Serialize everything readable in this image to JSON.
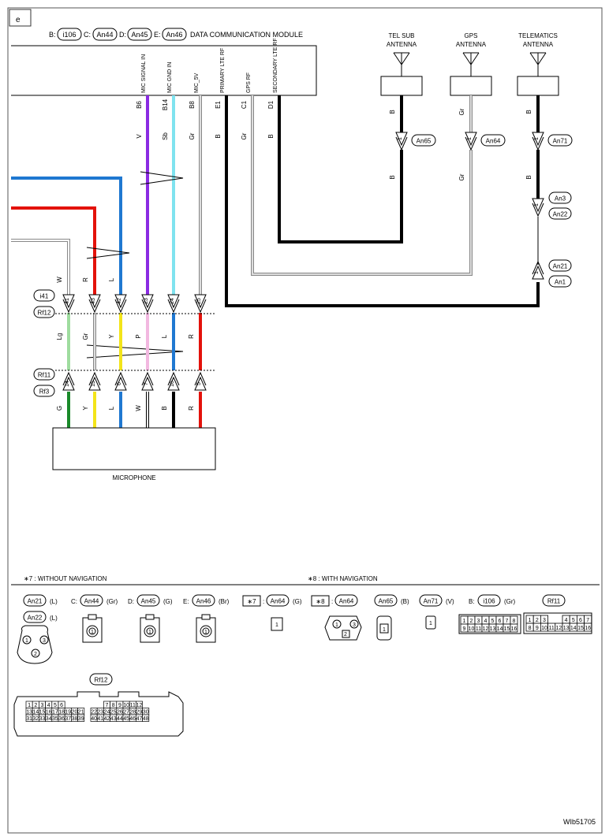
{
  "page_id": "e",
  "figure_code": "WIb51705",
  "module": {
    "title": "DATA COMMUNICATION MODULE",
    "prefix_b": "B:",
    "conn_b": "i106",
    "prefix_c": "C:",
    "conn_c": "An44",
    "prefix_d": "D:",
    "conn_d": "An45",
    "prefix_e": "E:",
    "conn_e": "An46",
    "pins": [
      {
        "label": "MIC SIGNAL IN",
        "pin": "B6",
        "color": "V"
      },
      {
        "label": "MIC GND IN",
        "pin": "B14",
        "color": "Sb"
      },
      {
        "label": "MIC_5V",
        "pin": "B8",
        "color": "Gr"
      },
      {
        "label": "PRIMARY LTE RF",
        "pin": "E1",
        "color": "B"
      },
      {
        "label": "GPS RF",
        "pin": "C1",
        "color": "Gr"
      },
      {
        "label": "SECONDARY LTE RF",
        "pin": "D1",
        "color": "B"
      }
    ]
  },
  "antennas": [
    {
      "name": "TEL SUB ANTENNA",
      "wire_top": "B",
      "conn": "An65",
      "pin": "1",
      "wire_bottom": "B"
    },
    {
      "name": "GPS ANTENNA",
      "wire_top": "Gr",
      "conn": "An64",
      "pin": "1",
      "wire_bottom": "Gr"
    },
    {
      "name": "TELEMATICS ANTENNA",
      "wire_top": "B",
      "conn": "An71",
      "pin": "1",
      "wire_bottom": "B",
      "conn2_top": "An3",
      "conn2_bottom": "An22",
      "pin2": "1",
      "conn3_top": "An21",
      "conn3_bottom": "An1",
      "pin3": "1"
    }
  ],
  "upper_wires": [
    {
      "color": "W",
      "pin": "41"
    },
    {
      "color": "R",
      "pin": "43"
    },
    {
      "color": "L",
      "pin": "42"
    },
    {
      "color": "",
      "pin": "23"
    },
    {
      "color": "",
      "pin": "24"
    },
    {
      "color": "",
      "pin": "25"
    }
  ],
  "mid_wires": [
    "Lg",
    "Gr",
    "Y",
    "P",
    "L",
    "R"
  ],
  "lower_pins": [
    "14",
    "15",
    "6",
    "7",
    "16",
    "5"
  ],
  "lower_wires": [
    "G",
    "Y",
    "L",
    "W",
    "B",
    "R"
  ],
  "conn_i41": "i41",
  "conn_rf12": "Rf12",
  "conn_rf11": "Rf11",
  "conn_rf3": "Rf3",
  "microphone": "MICROPHONE",
  "notes": {
    "n7": "∗7  : WITHOUT NAVIGATION",
    "n8": "∗8  : WITH NAVIGATION"
  },
  "connectors": [
    {
      "id": "An21",
      "color": "(L)"
    },
    {
      "id": "An22",
      "color": "(L)"
    },
    {
      "prefix": "C:",
      "id": "An44",
      "color": "(Gr)"
    },
    {
      "prefix": "D:",
      "id": "An45",
      "color": "(G)"
    },
    {
      "prefix": "E:",
      "id": "An46",
      "color": "(Br)"
    },
    {
      "star": "∗7",
      "id": "An64",
      "color": "(G)"
    },
    {
      "star": "∗8",
      "id": "An64",
      "color": ""
    },
    {
      "id": "An65",
      "color": "(B)"
    },
    {
      "id": "An71",
      "color": "(V)"
    },
    {
      "prefix": "B:",
      "id": "i106",
      "color": "(Gr)"
    },
    {
      "id": "Rf11",
      "color": ""
    },
    {
      "id": "Rf12",
      "color": ""
    }
  ],
  "pin_faces": {
    "an21_pins": [
      "1",
      "3",
      "2"
    ],
    "an44_pin": "1",
    "an45_pin": "1",
    "an46_pin": "1",
    "an64a_pin": "1",
    "an64b_pins": [
      "1",
      "3",
      "2"
    ],
    "an65_pin": "1",
    "an71_pin": "1",
    "i106_top": [
      "1",
      "2",
      "3",
      "4",
      "5",
      "6",
      "7",
      "8"
    ],
    "i106_bottom": [
      "9",
      "10",
      "11",
      "12",
      "13",
      "14",
      "15",
      "16"
    ],
    "rf11_top": [
      "1",
      "2",
      "3",
      "",
      "",
      "4",
      "5",
      "6",
      "7"
    ],
    "rf11_bottom": [
      "8",
      "9",
      "10",
      "11",
      "12",
      "13",
      "14",
      "15",
      "16"
    ],
    "rf12_r1": [
      "1",
      "2",
      "3",
      "4",
      "5",
      "6",
      "",
      "7",
      "8",
      "9",
      "10",
      "11",
      "12"
    ],
    "rf12_r2": [
      "13",
      "14",
      "15",
      "16",
      "17",
      "18",
      "19",
      "20",
      "21",
      "",
      "22",
      "23",
      "24",
      "25",
      "26",
      "27",
      "28",
      "29",
      "30"
    ],
    "rf12_r3": [
      "31",
      "32",
      "33",
      "34",
      "35",
      "36",
      "37",
      "38",
      "39",
      "",
      "40",
      "41",
      "42",
      "43",
      "44",
      "45",
      "46",
      "47",
      "48"
    ]
  },
  "wire_colors": {
    "V": "#8a2be2",
    "Sb": "#7fe3ef",
    "Gr": "#c7c7c7",
    "B": "#000000",
    "W": "#ffffff",
    "R": "#e3120b",
    "L": "#1f78d1",
    "Lg": "#9fdc9f",
    "Y": "#f3e41a",
    "P": "#f2b8e0",
    "G": "#1a8a2a"
  }
}
